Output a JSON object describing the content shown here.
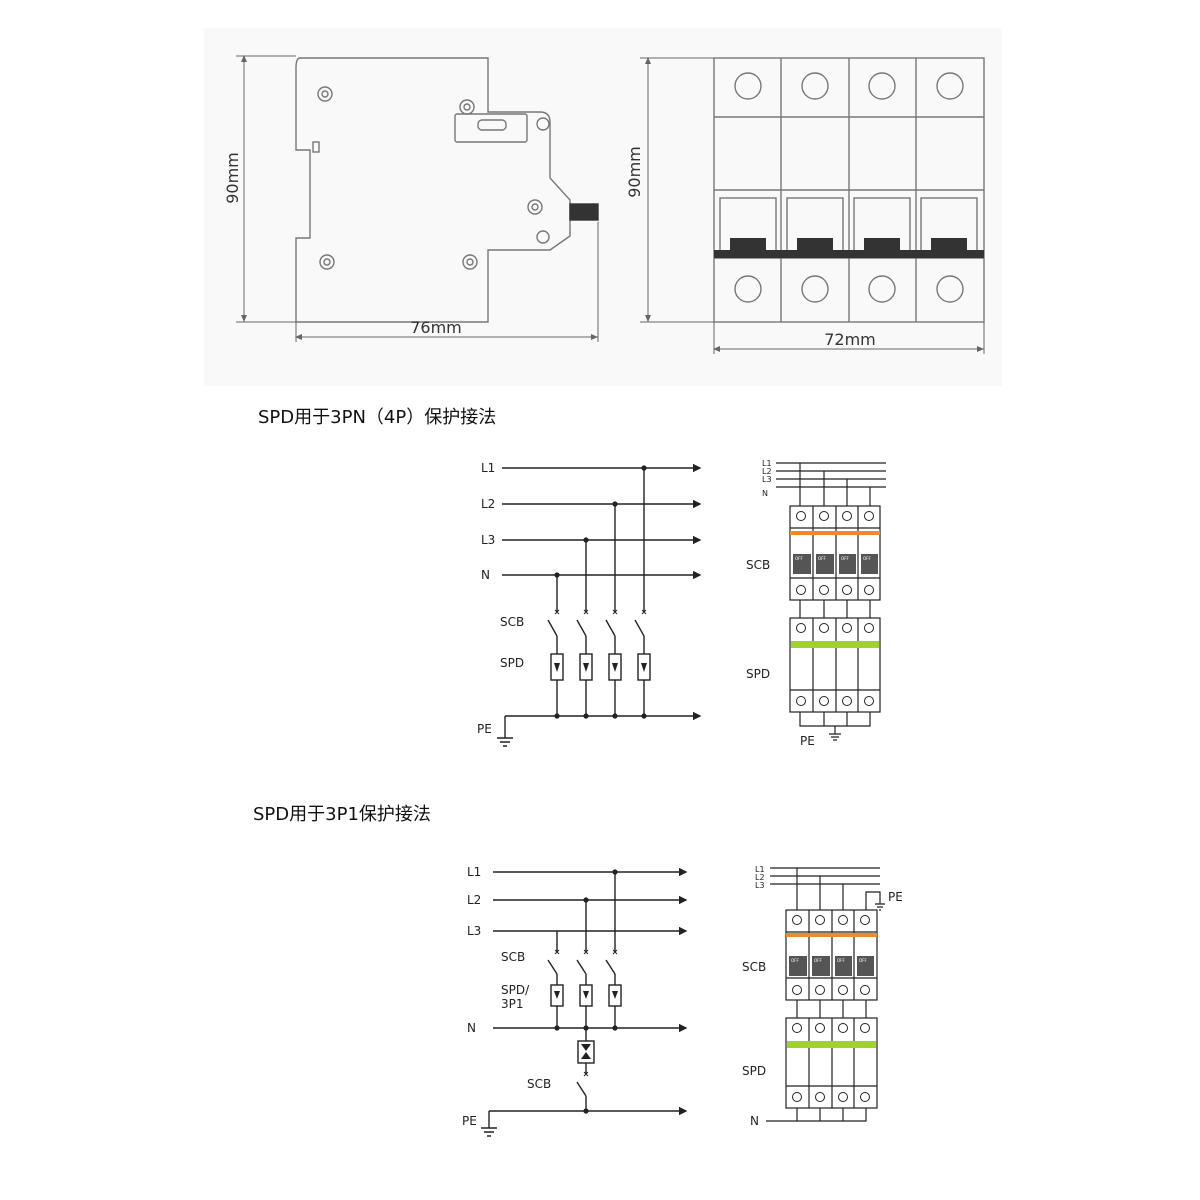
{
  "drawing": {
    "side_height_label": "90mm",
    "side_width_label": "76mm",
    "front_height_label": "90mm",
    "front_width_label": "72mm"
  },
  "section1": {
    "title": "SPD用于3PN（4P）保护接法",
    "schematic": {
      "line_labels": [
        "L1",
        "L2",
        "L3",
        "N"
      ],
      "scb_label": "SCB",
      "spd_label": "SPD",
      "pe_label": "PE"
    },
    "assembly": {
      "bus_labels": [
        "L1",
        "L2",
        "L3",
        "N"
      ],
      "scb_label": "SCB",
      "spd_label": "SPD",
      "pe_label": "PE",
      "off_label": "OFF"
    }
  },
  "section2": {
    "title": "SPD用于3P1保护接法",
    "schematic": {
      "line_labels": [
        "L1",
        "L2",
        "L3"
      ],
      "scb_label": "SCB",
      "spd_label_line1": "SPD/",
      "spd_label_line2": "3P1",
      "n_label": "N",
      "scb2_label": "SCB",
      "pe_label": "PE"
    },
    "assembly": {
      "bus_labels": [
        "L1",
        "L2",
        "L3"
      ],
      "pe_label": "PE",
      "scb_label": "SCB",
      "spd_label": "SPD",
      "n_label": "N",
      "off_label": "OFF"
    }
  },
  "colors": {
    "scb_stripe": "#f08a24",
    "spd_window": "#9fd22f",
    "line": "#222222"
  }
}
